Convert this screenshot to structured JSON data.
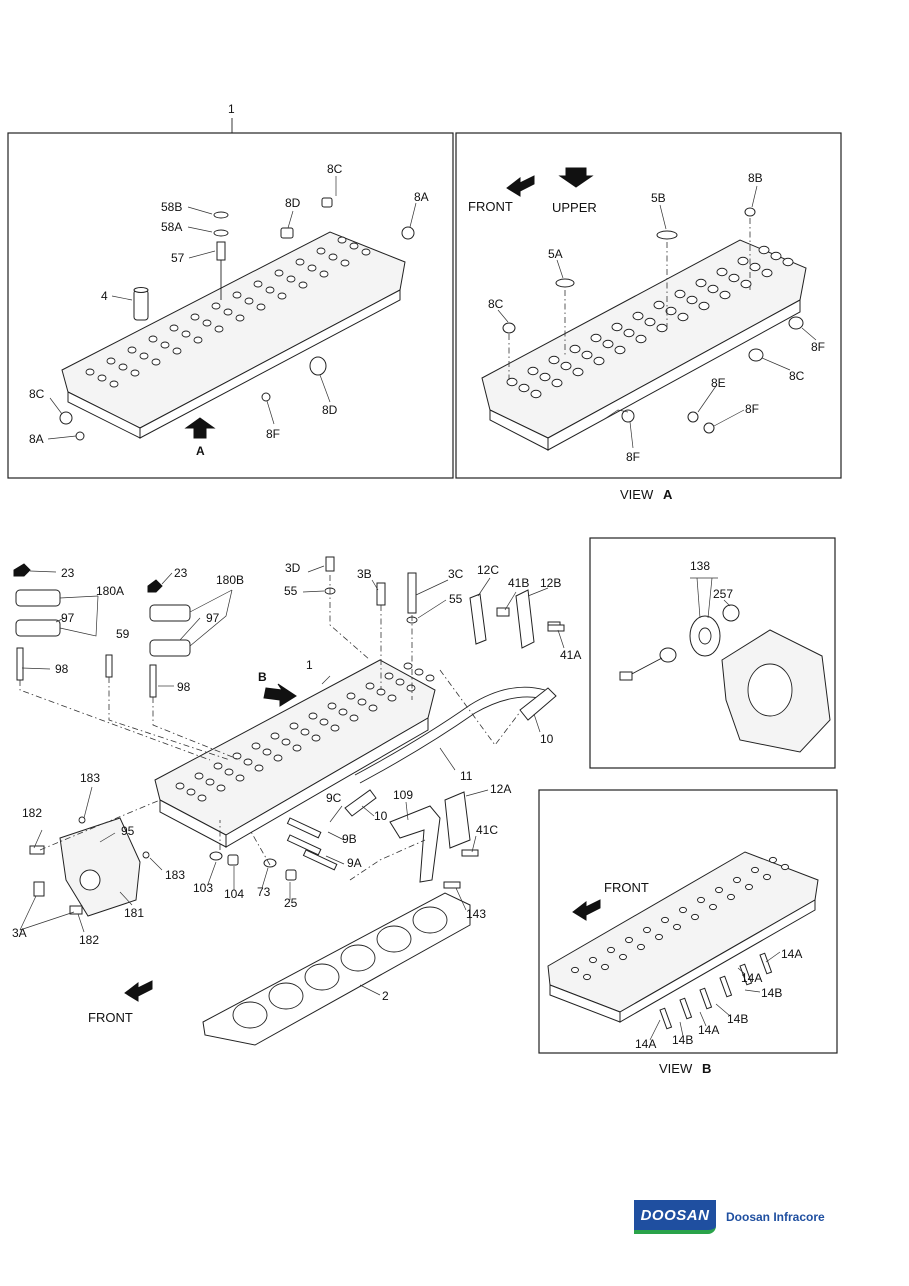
{
  "callouts": {
    "c_1_top": "1",
    "c_8C_a": "8C",
    "c_8A_a": "8A",
    "c_8D_a": "8D",
    "c_58B": "58B",
    "c_58A": "58A",
    "c_57": "57",
    "c_4": "4",
    "c_8C_b": "8C",
    "c_8A_b": "8A",
    "c_8D_b": "8D",
    "c_8F_a": "8F",
    "c_A_arrow": "A",
    "c_front_1": "FRONT",
    "c_upper": "UPPER",
    "c_8B": "8B",
    "c_5B": "5B",
    "c_5A": "5A",
    "c_8C_c": "8C",
    "c_8F_b": "8F",
    "c_8C_d": "8C",
    "c_8E": "8E",
    "c_8F_c": "8F",
    "c_8F_d": "8F",
    "c_23_a": "23",
    "c_180A": "180A",
    "c_97_a": "97",
    "c_98_a": "98",
    "c_23_b": "23",
    "c_180B": "180B",
    "c_97_b": "97",
    "c_59": "59",
    "c_98_b": "98",
    "c_3D": "3D",
    "c_55_a": "55",
    "c_3B": "3B",
    "c_3C": "3C",
    "c_55_b": "55",
    "c_12C": "12C",
    "c_41B": "41B",
    "c_12B": "12B",
    "c_41A": "41A",
    "c_B_arrow": "B",
    "c_1_mid": "1",
    "c_10_a": "10",
    "c_11": "11",
    "c_183_a": "183",
    "c_182_a": "182",
    "c_95": "95",
    "c_183_b": "183",
    "c_3A": "3A",
    "c_181": "181",
    "c_182_b": "182",
    "c_9C": "9C",
    "c_9B": "9B",
    "c_9A": "9A",
    "c_10_b": "10",
    "c_109": "109",
    "c_12A": "12A",
    "c_41C": "41C",
    "c_143": "143",
    "c_103": "103",
    "c_104": "104",
    "c_73": "73",
    "c_25": "25",
    "c_2": "2",
    "c_front_2": "FRONT",
    "c_138": "138",
    "c_257": "257",
    "c_front_3": "FRONT",
    "c_14A_a": "14A",
    "c_14A_b": "14A",
    "c_14B_a": "14B",
    "c_14B_b": "14B",
    "c_14A_c": "14A",
    "c_14A_d": "14A",
    "c_14B_c": "14B"
  },
  "view_labels": {
    "view_a_word": "VIEW",
    "view_a_letter": "A",
    "view_b_word": "VIEW",
    "view_b_letter": "B"
  },
  "logo": {
    "mark_text": "DOOSAN",
    "company": "Doosan Infracore"
  },
  "colors": {
    "logo_blue": "#1f4fa0",
    "logo_green": "#2aa34a",
    "line": "#222222"
  }
}
